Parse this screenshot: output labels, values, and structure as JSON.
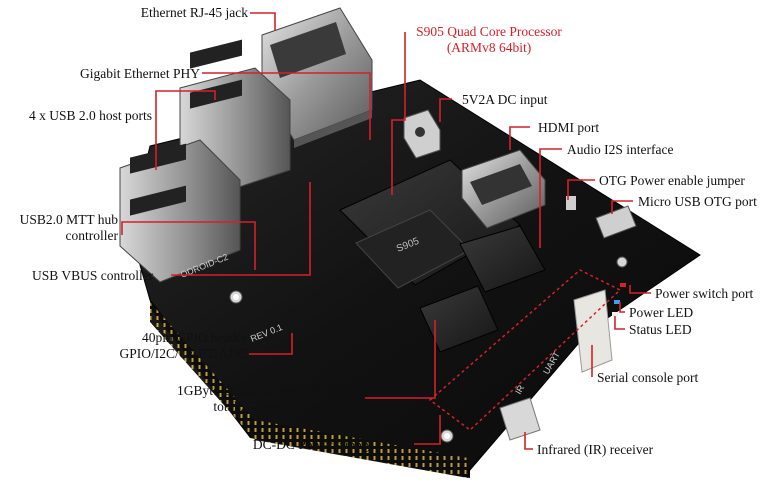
{
  "figure": {
    "board_silkscreen": [
      "ODROID-C2",
      "REV 0.1",
      "UART",
      "IR"
    ],
    "callouts": [
      {
        "id": "ethernet-jack",
        "text": "Ethernet RJ-45 jack"
      },
      {
        "id": "processor",
        "text": "S905 Quad Core Processor",
        "text2": "(ARMv8 64bit)",
        "color": "#d4212a"
      },
      {
        "id": "gigabit-phy",
        "text": "Gigabit Ethernet PHY"
      },
      {
        "id": "dc-input",
        "text": "5V2A DC input"
      },
      {
        "id": "usb-ports",
        "text": "4 x USB 2.0 host ports"
      },
      {
        "id": "hdmi",
        "text": "HDMI port"
      },
      {
        "id": "audio-i2s",
        "text": "Audio I2S interface"
      },
      {
        "id": "otg-jumper",
        "text": "OTG Power enable jumper"
      },
      {
        "id": "micro-usb-otg",
        "text": "Micro USB OTG port"
      },
      {
        "id": "mtt-hub",
        "text": "USB2.0 MTT hub",
        "text2": "controller"
      },
      {
        "id": "vbus",
        "text": "USB VBUS controller"
      },
      {
        "id": "power-switch",
        "text": "Power switch port"
      },
      {
        "id": "power-led",
        "text": "Power LED"
      },
      {
        "id": "status-led",
        "text": "Status LED"
      },
      {
        "id": "gpio-header",
        "text": "40pin GPIO header",
        "text2": "GPIO/I2C/UART/ADC"
      },
      {
        "id": "serial-console",
        "text": "Serial console port"
      },
      {
        "id": "ddr3",
        "text": "1GByte DDR3 SDRAM (Half) of",
        "text2": "total 2GByte (2 x 512MB )"
      },
      {
        "id": "dcdc",
        "text": "DC-DC Power supply circuit"
      },
      {
        "id": "ir-receiver",
        "text": "Infrared (IR) receiver"
      }
    ],
    "colors": {
      "callout_line": "#d4212a",
      "pcb": "#141414",
      "label_text": "#111111",
      "accent_text": "#d4212a"
    }
  }
}
